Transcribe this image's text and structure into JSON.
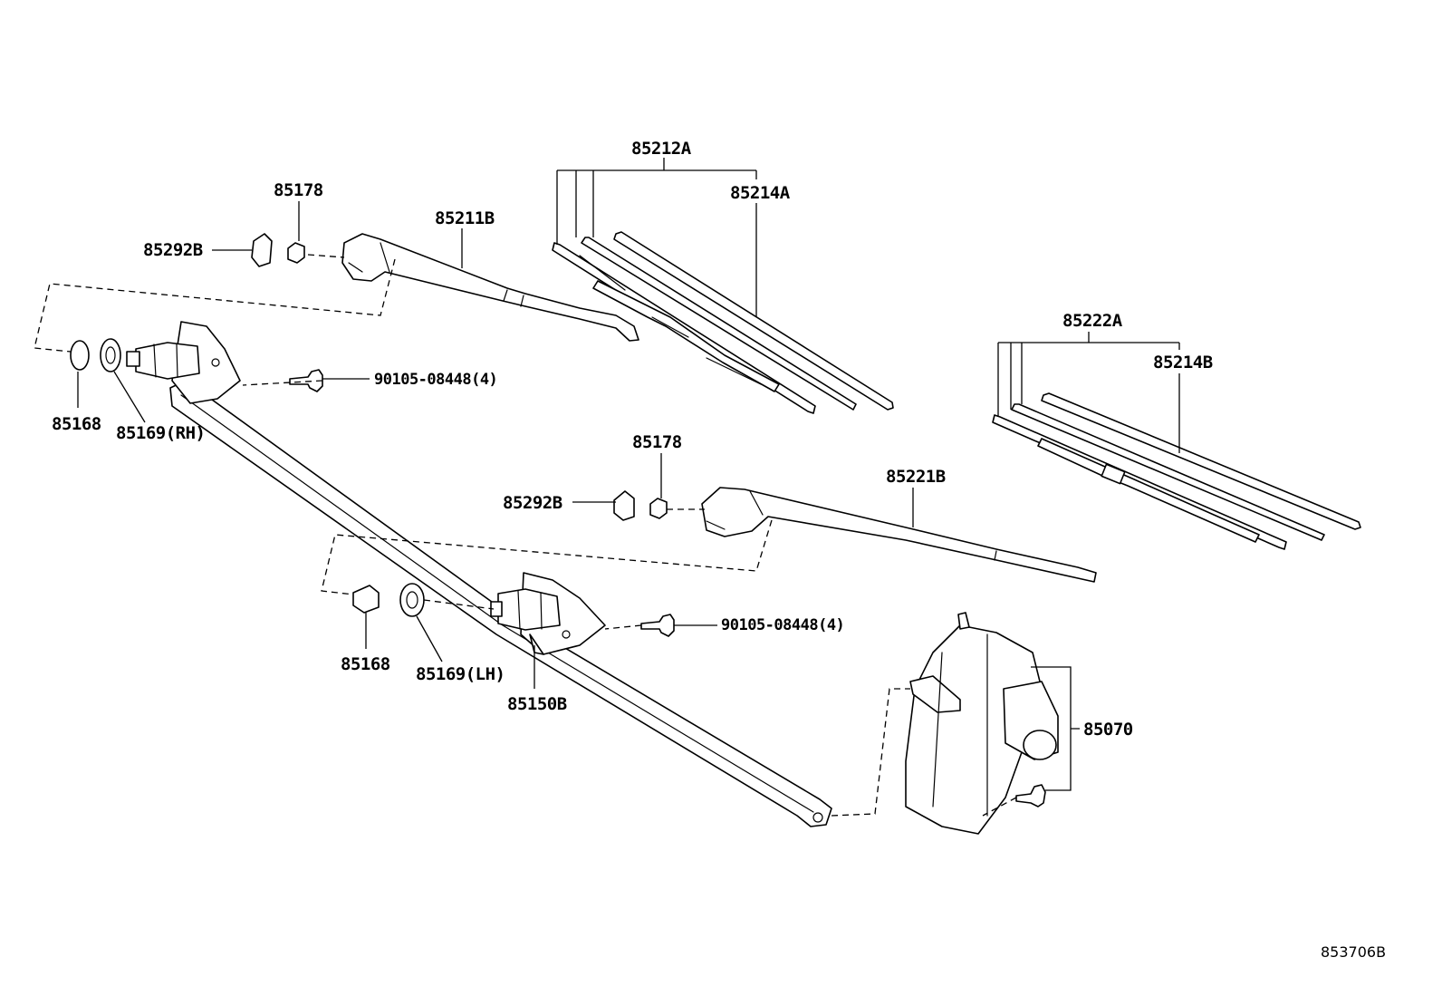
{
  "labels": {
    "blade_assy_rh": "85212A",
    "blade_rubber_rh": "85214A",
    "arm_rh": "85211B",
    "nut_cover_rh": "85178",
    "cap_rh": "85292B",
    "nut_rh": "85168",
    "washer_rh": "85169(RH)",
    "bolt_rh": "90105-08448(4)",
    "blade_assy_lh": "85222A",
    "blade_rubber_lh": "85214B",
    "nut_cover_lh": "85178",
    "cap_lh": "85292B",
    "arm_lh": "85221B",
    "nut_lh": "85168",
    "washer_lh": "85169(LH)",
    "link_assy": "85150B",
    "bolt_lh": "90105-08448(4)",
    "motor": "85070",
    "illustration_id": "853706B"
  }
}
